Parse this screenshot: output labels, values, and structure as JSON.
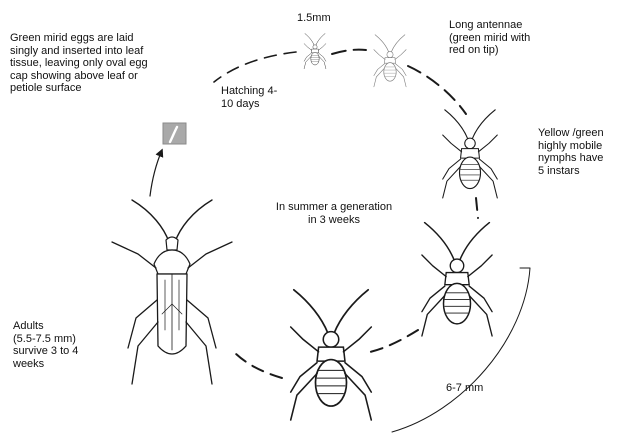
{
  "labels": {
    "egg_note": "Green mirid eggs are laid\nsingly and inserted into leaf\ntissue, leaving only oval egg\ncap showing above leaf or\npetiole surface",
    "nymph_size": "1.5mm",
    "antennae_note": "Long antennae\n(green mirid with\nred on tip)",
    "hatching": "Hatching 4-\n10 days",
    "nymphs_note": "Yellow /green\nhighly mobile\nnymphs  have\n5 instars",
    "generation": "In summer a generation\nin 3 weeks",
    "adults_note": "Adults\n(5.5-7.5 mm)\nsurvive 3 to 4\nweeks",
    "size_range": "6-7 mm"
  },
  "colors": {
    "ink": "#1a1a1a",
    "egg_box": "#a9a9a9",
    "faded_nymph": "#9a9a9a"
  }
}
